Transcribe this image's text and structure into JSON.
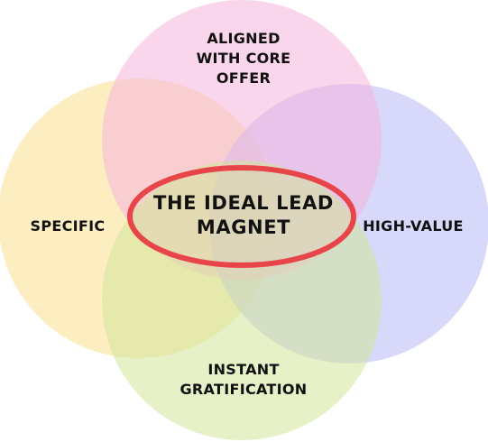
{
  "diagram": {
    "type": "venn",
    "colors": {
      "top": "#f6b5dc",
      "left": "#f9e08e",
      "right": "#b6b8f5",
      "bottom": "#d4e59a",
      "highlight_ring": "#e8454b",
      "text": "#111111"
    },
    "circles": [
      {
        "key": "top",
        "label_lines": [
          "ALIGNED",
          "WITH CORE",
          "OFFER"
        ]
      },
      {
        "key": "left",
        "label_lines": [
          "SPECIFIC"
        ]
      },
      {
        "key": "right",
        "label_lines": [
          "HIGH-VALUE"
        ]
      },
      {
        "key": "bottom",
        "label_lines": [
          "INSTANT",
          "GRATIFICATION"
        ]
      }
    ],
    "center_label_lines": [
      "THE IDEAL LEAD",
      "MAGNET"
    ]
  }
}
